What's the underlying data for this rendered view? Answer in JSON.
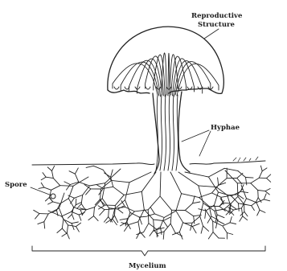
{
  "figure": {
    "labels": {
      "reproductive_line1": "Reproductive",
      "reproductive_line2": "Structure",
      "hyphae": "Hyphae",
      "spore": "Spore",
      "mycelium": "Mycelium"
    },
    "ink_color": "#222222",
    "background": "#ffffff"
  }
}
